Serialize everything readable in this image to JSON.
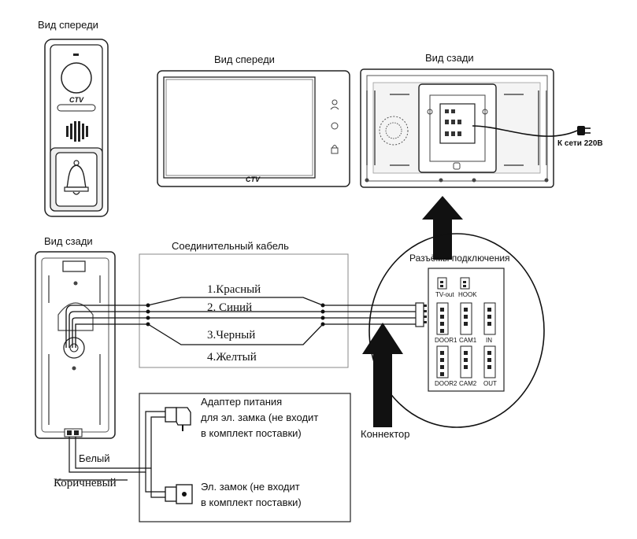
{
  "panel_front_title": "Вид спереди",
  "monitor_front_title": "Вид спереди",
  "monitor_rear_title": "Вид сзади",
  "panel_rear_title": "Вид сзади",
  "cable_title": "Соединительный кабель",
  "connectors_title": "Разъёмы подключения",
  "wires": [
    "1.Красный",
    "2. Синий",
    "3.Черный",
    "4.Желтый"
  ],
  "power_label": "К сети 220В",
  "connector_label": "Коннектор",
  "white_wire": "Белый",
  "brown_wire": "Коричневый",
  "adapter_label": [
    "Адаптер питания",
    "для эл. замка (не входит",
    "в комплект поставки)"
  ],
  "lock_label": [
    "Эл. замок (не входит",
    "в комплект поставки)"
  ],
  "ports": [
    "TV-out",
    "HOOK",
    "DOOR1",
    "CAM1",
    "IN",
    "DOOR2",
    "CAM2",
    "OUT"
  ],
  "logo_text": "CTV"
}
